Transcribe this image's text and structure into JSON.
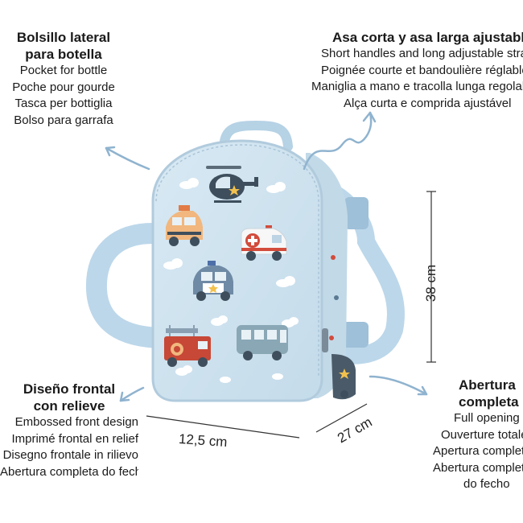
{
  "features": {
    "pocket": {
      "title_lines": [
        "Bolsillo lateral",
        "para botella"
      ],
      "lines": [
        "Pocket for bottle",
        "Poche pour gourde",
        "Tasca per bottiglia",
        "Bolso para garrafa"
      ]
    },
    "handles": {
      "title": "Asa corta y asa larga ajustable",
      "lines": [
        "Short handles and long adjustable strap",
        "Poignée courte et bandoulière réglable",
        "Maniglia a mano e tracolla lunga regolabile",
        "Alça curta e comprida ajustável"
      ]
    },
    "front": {
      "title_lines": [
        "Diseño frontal",
        "con relieve"
      ],
      "lines": [
        "Embossed front design",
        "Imprimé frontal en relief",
        "Disegno frontale in rilievo",
        "Abertura completa do fecho"
      ]
    },
    "opening": {
      "title_lines": [
        "Abertura",
        "completa"
      ],
      "lines": [
        "Full opening",
        "Ouverture totale",
        "Apertura completa",
        "Abertura completa",
        "do fecho"
      ]
    }
  },
  "dimensions": {
    "height": "38 cm",
    "width": "12,5 cm",
    "depth": "27 cm"
  },
  "colors": {
    "bag_body": "#cfe2ee",
    "bag_edge": "#b9d3e4",
    "strap": "#bcd7ea",
    "arrow": "#8fb3cf"
  },
  "bag_illustrations": [
    "helicopter-icon",
    "taxi-icon",
    "ambulance-icon",
    "police-car-icon",
    "fire-truck-icon",
    "bus-icon",
    "cloud-icon"
  ]
}
